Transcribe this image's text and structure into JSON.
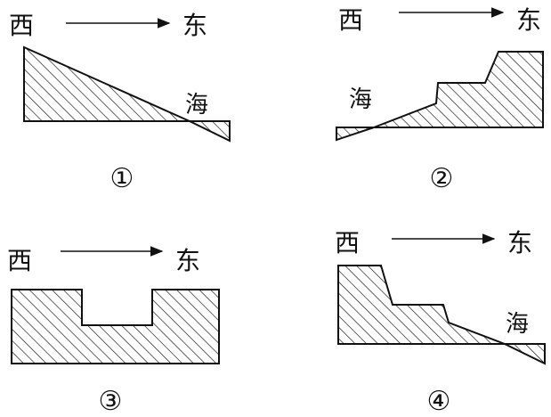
{
  "panels": [
    {
      "id": "1",
      "west": "西",
      "east": "东",
      "sea": "海",
      "number": "①"
    },
    {
      "id": "2",
      "west": "西",
      "east": "东",
      "sea": "海",
      "number": "②"
    },
    {
      "id": "3",
      "west": "西",
      "east": "东",
      "sea": "",
      "number": "③"
    },
    {
      "id": "4",
      "west": "西",
      "east": "东",
      "sea": "海",
      "number": "④"
    }
  ]
}
